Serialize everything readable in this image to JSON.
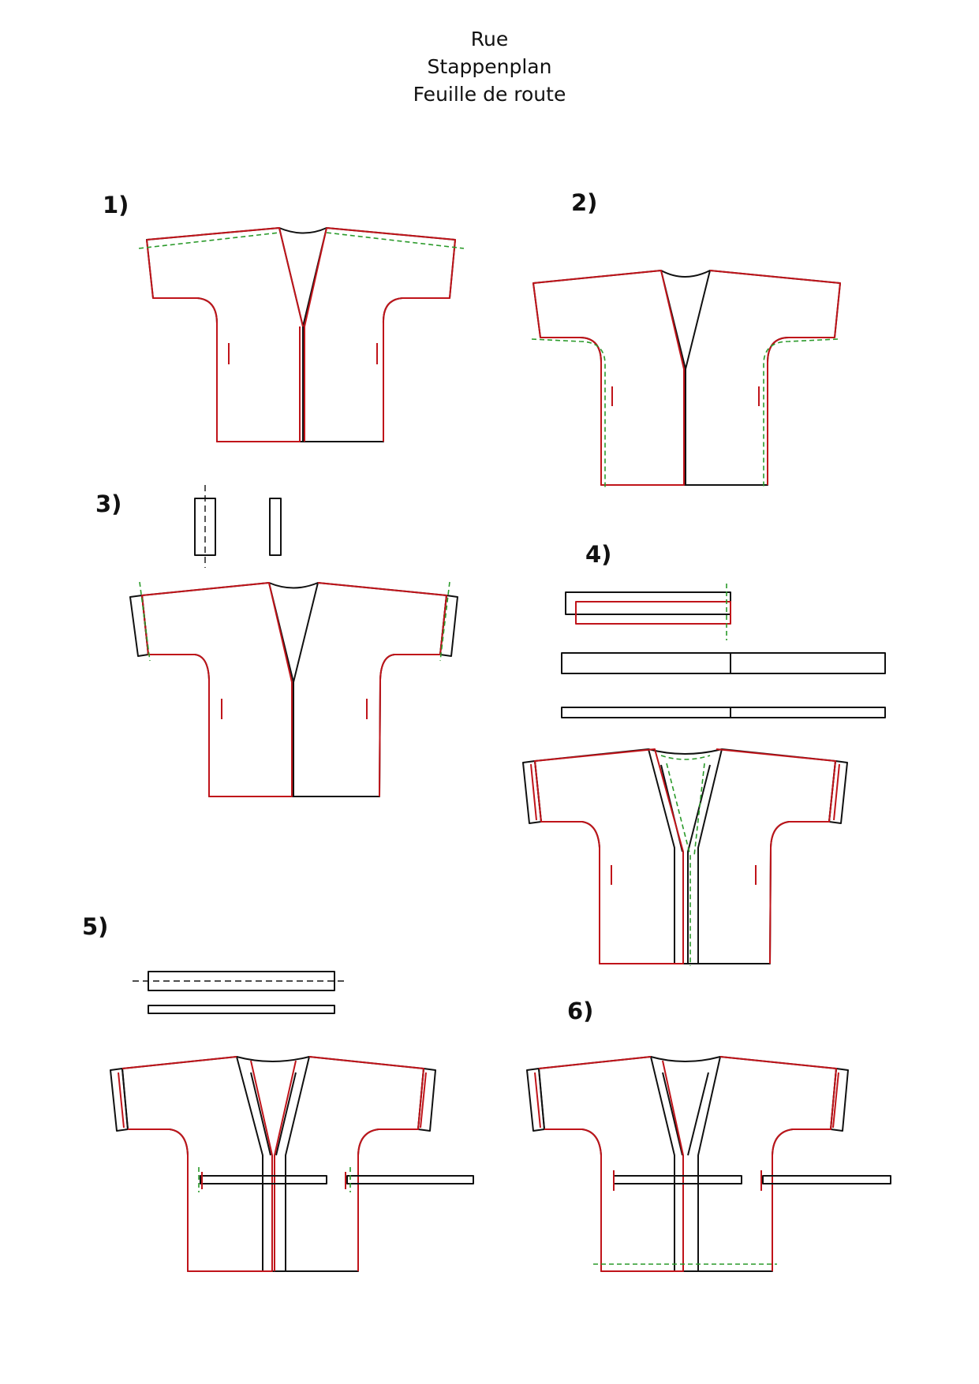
{
  "header": {
    "title_line1": "Rue",
    "title_line2": "Stappenplan",
    "title_line3": "Feuille de route"
  },
  "steps": [
    {
      "label": "1)"
    },
    {
      "label": "2)"
    },
    {
      "label": "3)"
    },
    {
      "label": "4)"
    },
    {
      "label": "5)"
    },
    {
      "label": "6)"
    }
  ],
  "colors": {
    "outline": "#111111",
    "seam_red": "#c0141a",
    "stitch_green": "#2a9a2a"
  }
}
